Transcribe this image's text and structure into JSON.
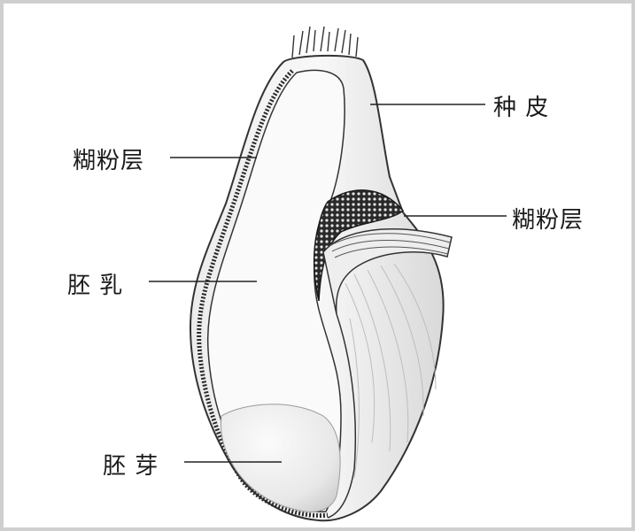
{
  "labels": {
    "seed_coat": "种 皮",
    "aleurone_left": "糊粉层",
    "aleurone_right": "糊粉层",
    "endosperm": "胚 乳",
    "embryo": "胚 芽"
  },
  "colors": {
    "frame": "#cfcfcf",
    "outline": "#333333",
    "leader": "#222222",
    "fill_light": "#f4f4f4",
    "fill_shade": "#d8d8d8",
    "aleurone_dark": "#2a2a2a"
  }
}
